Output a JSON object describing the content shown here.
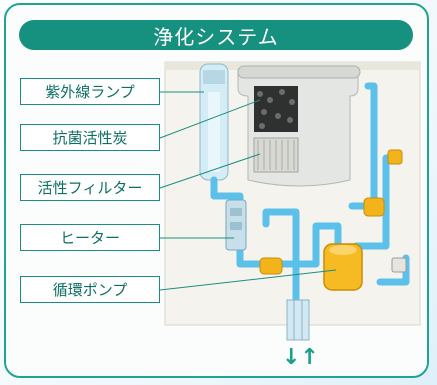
{
  "title": "浄化システム",
  "labels": {
    "uv_lamp": "紫外線ランプ",
    "antibacterial_charcoal": "抗菌活性炭",
    "activated_filter": "活性フィルター",
    "heater": "ヒーター",
    "circulation_pump": "循環ポンプ"
  },
  "flow_arrows": "↓↑",
  "colors": {
    "accent": "#17917f",
    "pipe": "#5bc0ea",
    "pump": "#f3b31a"
  }
}
